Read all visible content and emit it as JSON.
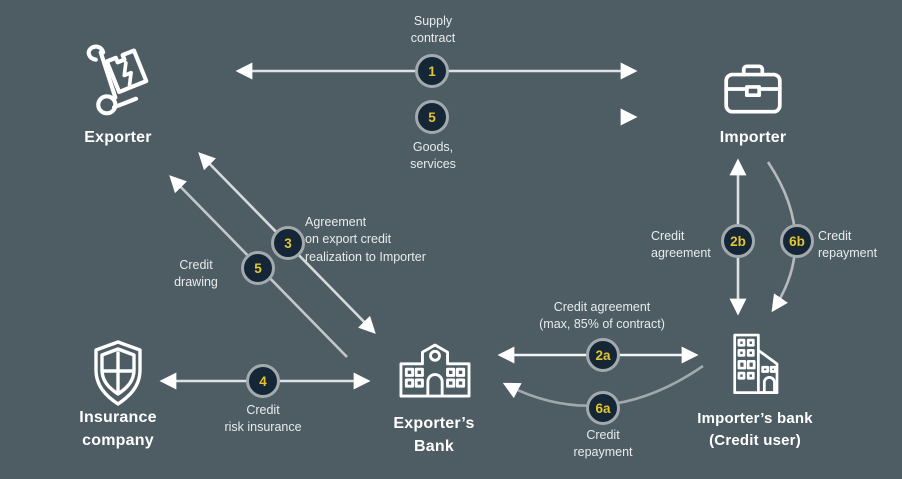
{
  "diagram": {
    "title_implicit": "Export credit scheme",
    "colors": {
      "background": "#4e5d64",
      "circle_fill": "#152736",
      "circle_border": "#a3aaae",
      "number_text": "#e4c52f",
      "label_text": "#e7ebed",
      "node_text": "#ffffff",
      "arrow_light": "#f3f5f6",
      "arrow_gray": "#99a1a5"
    },
    "nodes": {
      "exporter": {
        "label": "Exporter",
        "icon": "handtruck-icon"
      },
      "importer": {
        "label": "Importer",
        "icon": "briefcase-icon"
      },
      "insurance_company": {
        "lines": [
          "Insurance",
          "company"
        ],
        "icon": "shield-icon"
      },
      "exporters_bank": {
        "lines": [
          "Exporter’s",
          "Bank"
        ],
        "icon": "bank-icon"
      },
      "importers_bank": {
        "lines": [
          "Importer’s bank",
          "(Credit user)"
        ],
        "icon": "building-icon"
      }
    },
    "flows": {
      "supply_contract": {
        "number": "1",
        "lines": [
          "Supply",
          "contract"
        ]
      },
      "goods_services": {
        "number": "5",
        "lines": [
          "Goods,",
          "services"
        ]
      },
      "agreement_realization": {
        "number": "3",
        "lines": [
          "Agreement",
          "on export credit",
          "realization to Importer"
        ]
      },
      "credit_drawing": {
        "number": "5",
        "lines": [
          "Credit",
          "drawing"
        ]
      },
      "credit_risk_insurance": {
        "number": "4",
        "lines": [
          "Credit",
          "risk insurance"
        ]
      },
      "credit_agreement_banks": {
        "number": "2a",
        "lines": [
          "Credit agreement",
          "(max, 85% of contract)"
        ]
      },
      "credit_repayment_banks": {
        "number": "6a",
        "lines": [
          "Credit",
          "repayment"
        ]
      },
      "credit_agreement_importer": {
        "number": "2b",
        "lines": [
          "Credit",
          "agreement"
        ]
      },
      "credit_repayment_importer": {
        "number": "6b",
        "lines": [
          "Credit",
          "repayment"
        ]
      }
    }
  }
}
